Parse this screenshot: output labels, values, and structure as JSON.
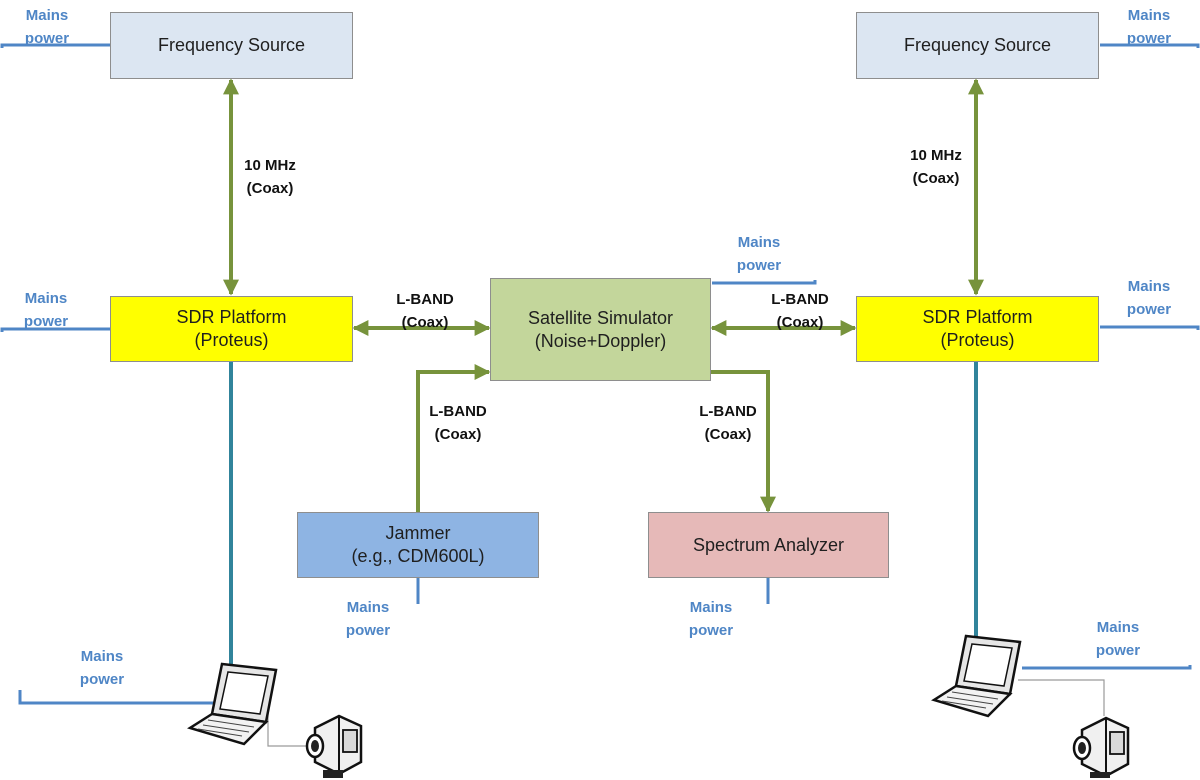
{
  "colors": {
    "coax_green": "#77933c",
    "power_blue": "#4f86c6",
    "data_teal": "#31849b",
    "freq_fill": "#dce6f2",
    "sdr_fill": "#ffff00",
    "sim_fill": "#c3d69b",
    "jammer_fill": "#8eb4e3",
    "analyzer_fill": "#e6b9b8"
  },
  "blocks": {
    "freq_left": {
      "line1": "Frequency Source"
    },
    "freq_right": {
      "line1": "Frequency Source"
    },
    "sdr_left": {
      "line1": "SDR Platform",
      "line2": "(Proteus)"
    },
    "sdr_right": {
      "line1": "SDR Platform",
      "line2": "(Proteus)"
    },
    "simulator": {
      "line1": "Satellite Simulator",
      "line2": "(Noise+Doppler)"
    },
    "jammer": {
      "line1": "Jammer",
      "line2": "(e.g., CDM600L)"
    },
    "analyzer": {
      "line1": "Spectrum Analyzer"
    }
  },
  "connections": {
    "ref_left": {
      "line1": "10 MHz",
      "line2": "(Coax)"
    },
    "ref_right": {
      "line1": "10 MHz",
      "line2": "(Coax)"
    },
    "lband_left": {
      "line1": "L-BAND",
      "line2": "(Coax)"
    },
    "lband_right": {
      "line1": "L-BAND",
      "line2": "(Coax)"
    },
    "lband_jammer": {
      "line1": "L-BAND",
      "line2": "(Coax)"
    },
    "lband_analyzer": {
      "line1": "L-BAND",
      "line2": "(Coax)"
    }
  },
  "power": {
    "freq_left": {
      "line1": "Mains",
      "line2": "power"
    },
    "freq_right": {
      "line1": "Mains",
      "line2": "power"
    },
    "sdr_left": {
      "line1": "Mains",
      "line2": "power"
    },
    "sdr_right": {
      "line1": "Mains",
      "line2": "power"
    },
    "simulator": {
      "line1": "Mains",
      "line2": "power"
    },
    "jammer": {
      "line1": "Mains",
      "line2": "power"
    },
    "analyzer": {
      "line1": "Mains",
      "line2": "power"
    },
    "laptop_left": {
      "line1": "Mains",
      "line2": "power"
    },
    "laptop_right": {
      "line1": "Mains",
      "line2": "power"
    }
  },
  "icons": {
    "laptop_left": "laptop-icon",
    "laptop_right": "laptop-icon",
    "camera_left": "video-camera-icon",
    "camera_right": "video-camera-icon"
  }
}
